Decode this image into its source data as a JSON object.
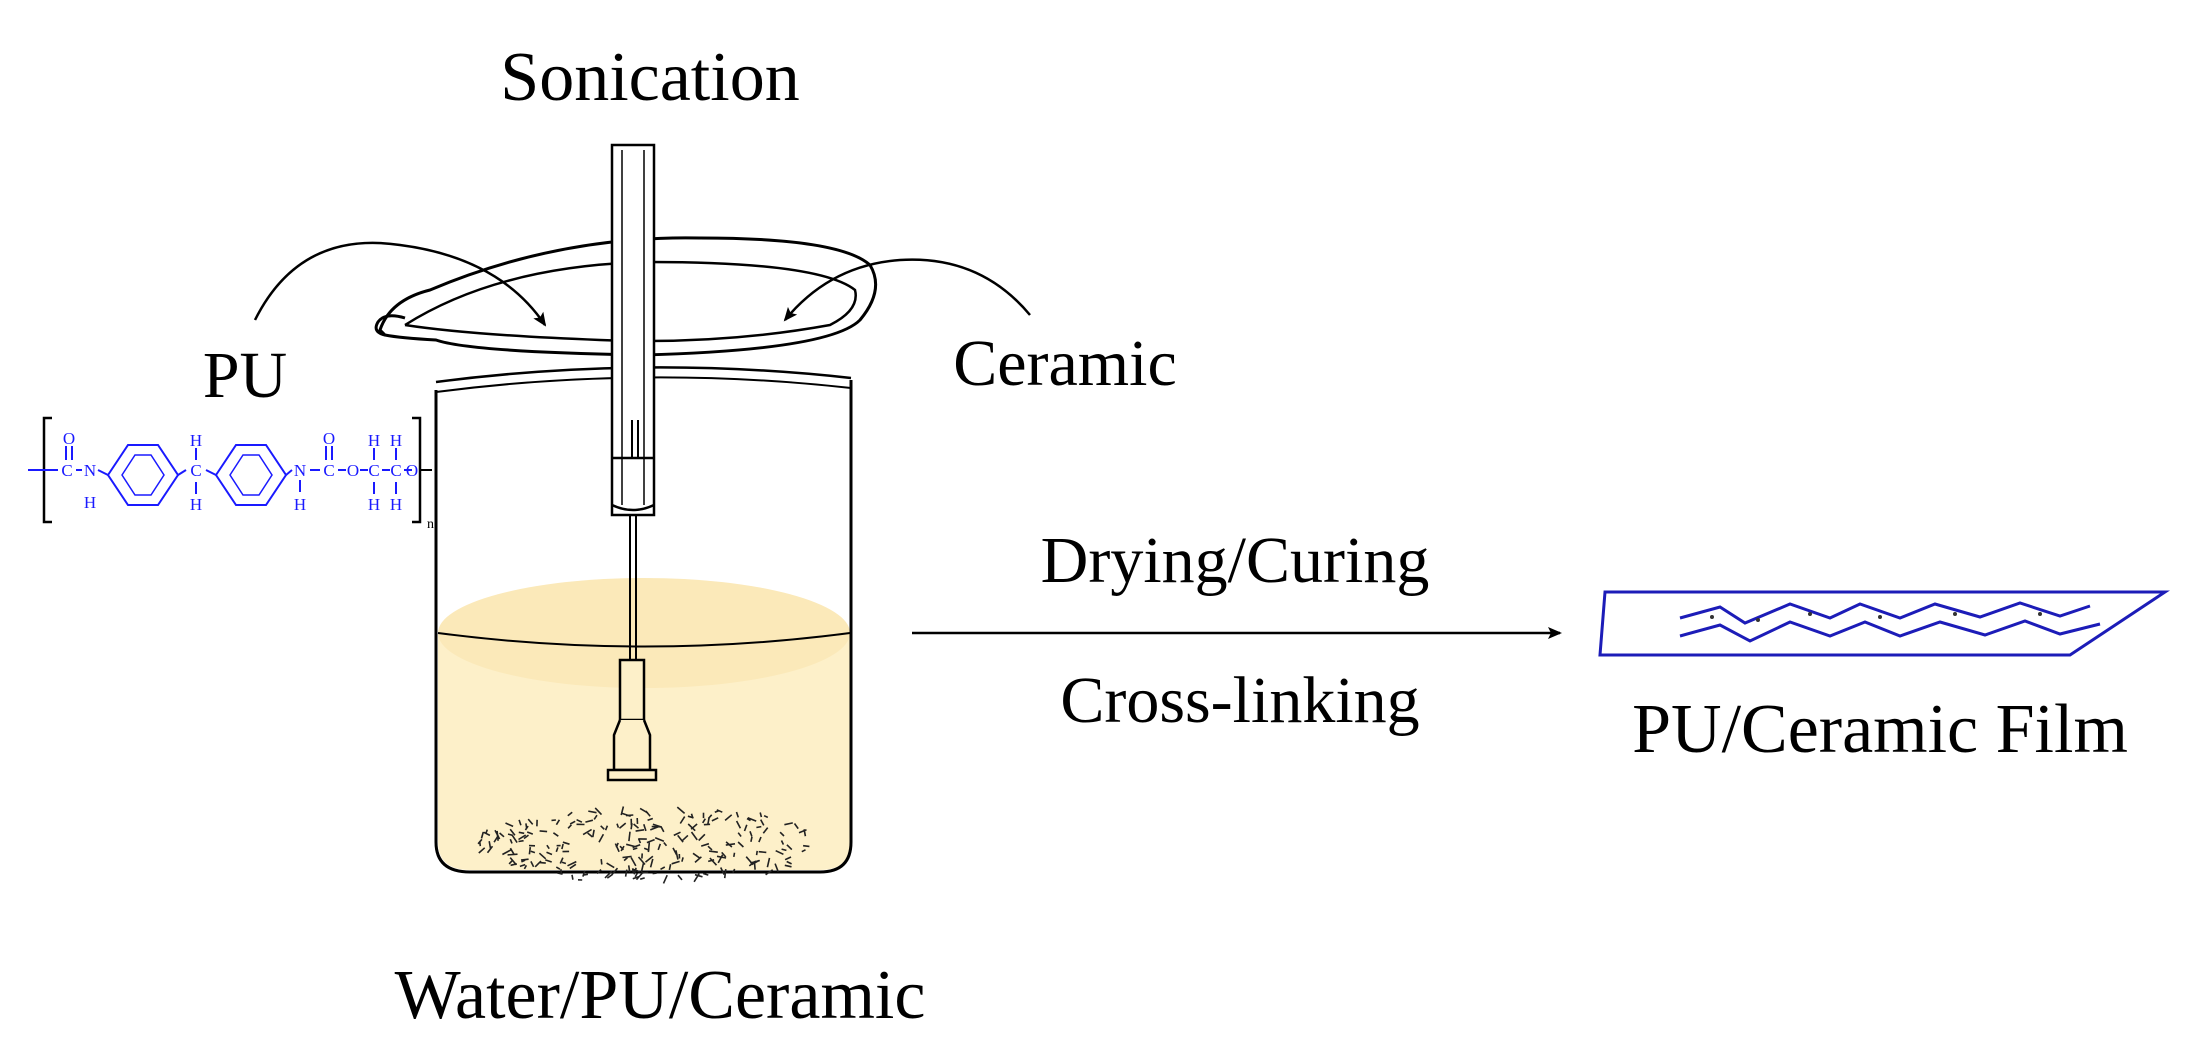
{
  "labels": {
    "sonication": "Sonication",
    "pu": "PU",
    "ceramic": "Ceramic",
    "drying": "Drying/Curing",
    "crosslinking": "Cross-linking",
    "beaker_caption": "Water/PU/Ceramic",
    "film_caption": "PU/Ceramic Film"
  },
  "chem": {
    "o1": "O",
    "c1": "C",
    "n1": "N",
    "h1": "H",
    "h_top": "H",
    "c_mid": "C",
    "h_bot": "H",
    "n2": "N",
    "h2": "H",
    "c2": "C",
    "o2": "O",
    "o3": "O",
    "c3": "C",
    "c4": "C",
    "o4": "O",
    "h3a": "H",
    "h3b": "H",
    "h4a": "H",
    "h4b": "H",
    "sub_n": "n"
  },
  "colors": {
    "liquid": "#fdf0c9",
    "liquid_surface": "#fbe9b9",
    "chem_blue": "#1a1aff",
    "film_blue": "#1c1cb8",
    "ink": "#000000"
  }
}
